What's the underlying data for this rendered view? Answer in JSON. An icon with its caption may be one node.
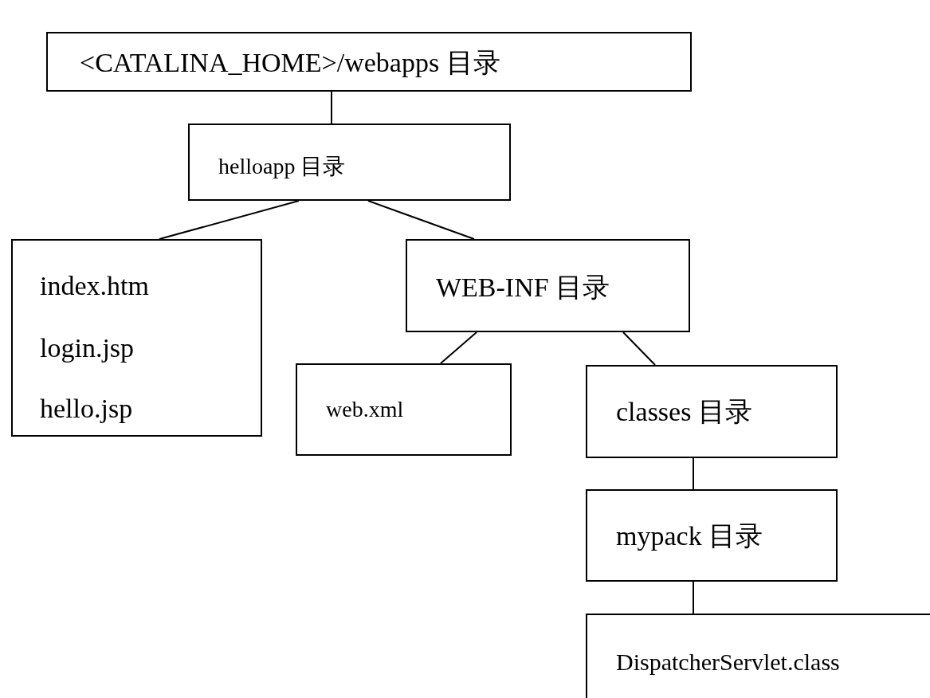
{
  "diagram": {
    "nodes": [
      {
        "text": [
          "<CATALINA_HOME>/webapps 目录"
        ]
      },
      {
        "text": [
          "helloapp 目录"
        ]
      },
      {
        "text": [
          "index.htm",
          "login.jsp",
          "hello.jsp"
        ]
      },
      {
        "text": [
          "WEB-INF 目录"
        ]
      },
      {
        "text": [
          "web.xml"
        ]
      },
      {
        "text": [
          "classes 目录"
        ]
      },
      {
        "text": [
          "mypack 目录"
        ]
      },
      {
        "text": [
          "DispatcherServlet.class"
        ]
      }
    ],
    "edges": [
      {
        "from": 0,
        "to": 1,
        "arrow": "none"
      },
      {
        "from": 1,
        "to": 2,
        "arrow": "none"
      },
      {
        "from": 1,
        "to": 3,
        "arrow": "none"
      },
      {
        "from": 3,
        "to": 4,
        "arrow": "none"
      },
      {
        "from": 3,
        "to": 5,
        "arrow": "none"
      },
      {
        "from": 5,
        "to": 6,
        "arrow": "none"
      },
      {
        "from": 6,
        "to": 7,
        "arrow": "none"
      }
    ]
  }
}
